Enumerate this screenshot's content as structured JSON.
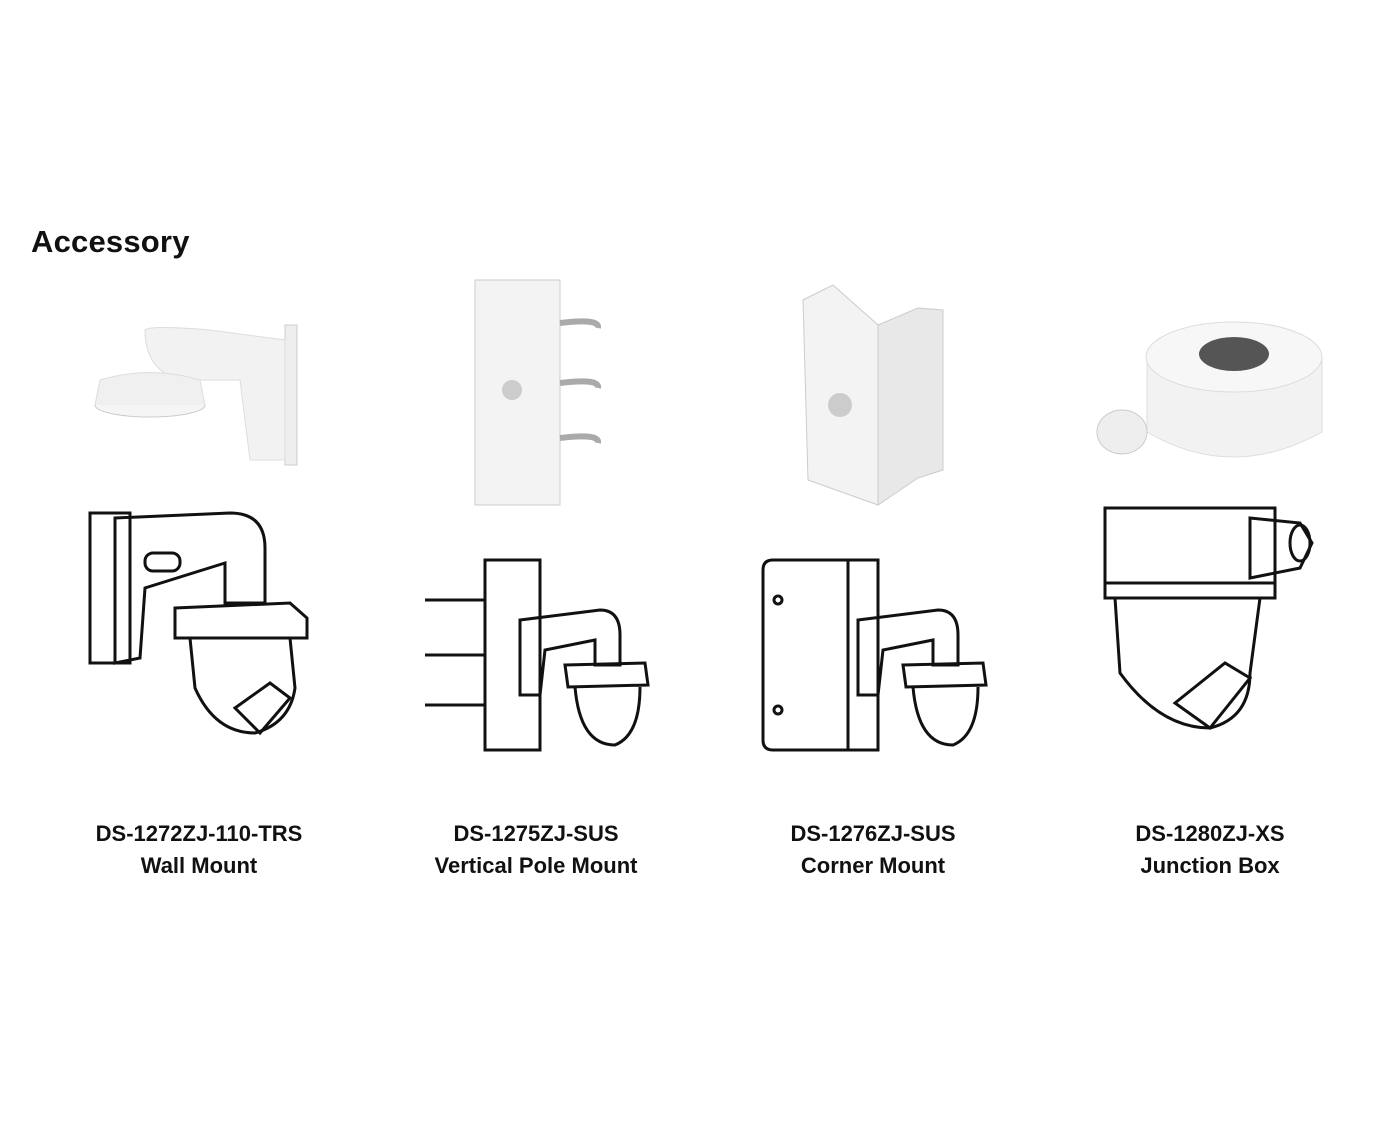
{
  "page": {
    "title": "Accessory"
  },
  "accessories": [
    {
      "model": "DS-1272ZJ-110-TRS",
      "name": "Wall Mount"
    },
    {
      "model": "DS-1275ZJ-SUS",
      "name": "Vertical Pole Mount"
    },
    {
      "model": "DS-1276ZJ-SUS",
      "name": "Corner Mount"
    },
    {
      "model": "DS-1280ZJ-XS",
      "name": "Junction Box"
    }
  ]
}
